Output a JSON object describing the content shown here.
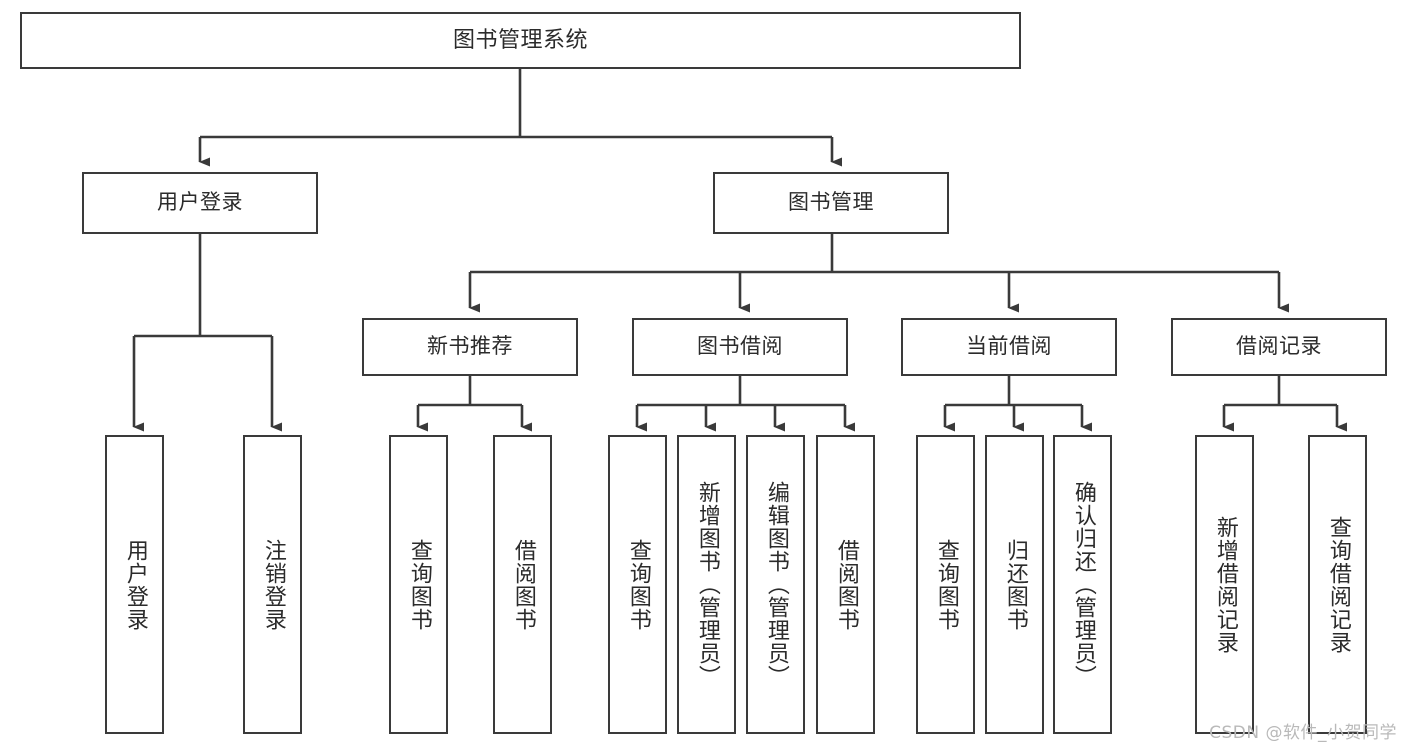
{
  "diagram": {
    "title": "图书管理系统",
    "type": "tree-hierarchy",
    "watermark": "CSDN @软件_小贺同学",
    "colors": {
      "box_border": "#3a3a3a",
      "box_fill": "#ffffff",
      "edge": "#3a3a3a",
      "text": "#2b2b2b",
      "watermark": "#b9b9b9"
    },
    "nodes": {
      "root": {
        "label": "图书管理系统"
      },
      "level1": [
        {
          "id": "user-login",
          "label": "用户登录"
        },
        {
          "id": "book-manage",
          "label": "图书管理"
        }
      ],
      "level2": [
        {
          "id": "new-book-rec",
          "label": "新书推荐"
        },
        {
          "id": "book-borrow",
          "label": "图书借阅"
        },
        {
          "id": "current-borrow",
          "label": "当前借阅"
        },
        {
          "id": "borrow-record",
          "label": "借阅记录"
        }
      ],
      "leaves": {
        "user_login": [
          {
            "id": "leaf-user-login",
            "label": "用户登录"
          },
          {
            "id": "leaf-logout-login",
            "label": "注销登录"
          }
        ],
        "new_book_rec": [
          {
            "id": "leaf-query-book-1",
            "label": "查询图书"
          },
          {
            "id": "leaf-borrow-book-1",
            "label": "借阅图书"
          }
        ],
        "book_borrow": [
          {
            "id": "leaf-query-book-2",
            "label": "查询图书"
          },
          {
            "id": "leaf-add-book",
            "label": "新增图书（管理员）"
          },
          {
            "id": "leaf-edit-book",
            "label": "编辑图书（管理员）"
          },
          {
            "id": "leaf-borrow-book-2",
            "label": "借阅图书"
          }
        ],
        "current_borrow": [
          {
            "id": "leaf-query-book-3",
            "label": "查询图书"
          },
          {
            "id": "leaf-return-book",
            "label": "归还图书"
          },
          {
            "id": "leaf-confirm-return",
            "label": "确认归还（管理员）"
          }
        ],
        "borrow_record": [
          {
            "id": "leaf-add-record",
            "label": "新增借阅记录"
          },
          {
            "id": "leaf-query-record",
            "label": "查询借阅记录"
          }
        ]
      }
    }
  }
}
